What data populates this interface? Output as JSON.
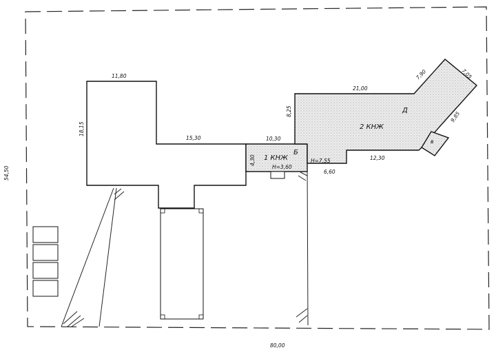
{
  "labels": {
    "site_width": "80,00",
    "site_depth": "54,50",
    "main_top": "11,80",
    "main_side": "18,15",
    "main_wing": "15,30",
    "b1_top": "10,30",
    "b1_side": "4,30",
    "b1_name": "1 КНЖ",
    "b1_height": "H=3,60",
    "b1_letter": "Б",
    "b2_top": "21,00",
    "b2_side": "8,25",
    "b2_diag1": "7,90",
    "b2_diag2": "7,05",
    "b2_diag3": "9,85",
    "b2_bottom": "12,30",
    "b2_step": "6,60",
    "b2_height": "H=7,55",
    "b2_name": "2 КНЖ",
    "b2_letter": "Д",
    "b2_small_letter": "в"
  },
  "colors": {
    "line": "#111111",
    "fill_shaded": "#e6e6e6"
  }
}
